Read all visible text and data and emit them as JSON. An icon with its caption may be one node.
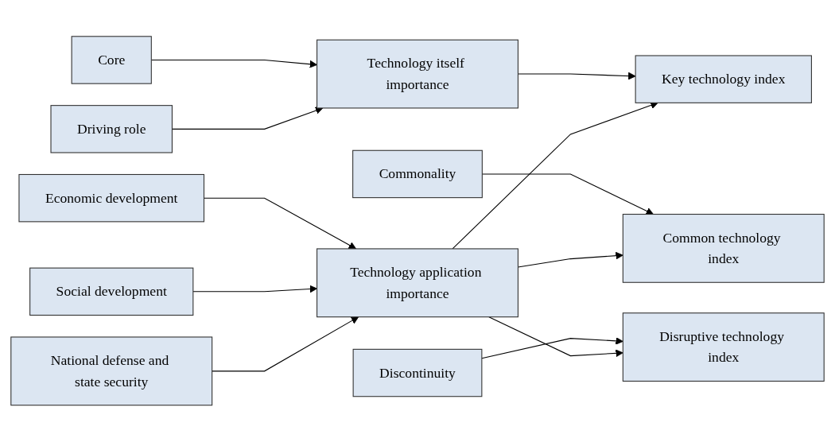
{
  "diagram": {
    "nodes": [
      {
        "text": [
          "Core"
        ]
      },
      {
        "text": [
          "Commonality"
        ]
      },
      {
        "text": [
          "Driving role"
        ]
      },
      {
        "text": [
          "Discontinuity"
        ]
      },
      {
        "text": [
          "Economic development"
        ]
      },
      {
        "text": [
          "Social development"
        ]
      },
      {
        "text": [
          "National defense and state security"
        ]
      },
      {
        "text": [
          "Technology itself importance"
        ]
      },
      {
        "text": [
          "Technology application importance"
        ]
      },
      {
        "text": [
          "Key technology index"
        ]
      },
      {
        "text": [
          "Common technology index"
        ]
      },
      {
        "text": [
          "Disruptive technology index"
        ]
      }
    ],
    "edges": [
      {
        "from": 0,
        "to": 7,
        "arrow": "to"
      },
      {
        "from": 2,
        "to": 7,
        "arrow": "to"
      },
      {
        "from": 7,
        "to": 9,
        "arrow": "to"
      },
      {
        "from": 1,
        "to": 10,
        "arrow": "to"
      },
      {
        "from": 3,
        "to": 11,
        "arrow": "to"
      },
      {
        "from": 4,
        "to": 8,
        "arrow": "to"
      },
      {
        "from": 5,
        "to": 8,
        "arrow": "to"
      },
      {
        "from": 6,
        "to": 8,
        "arrow": "to"
      },
      {
        "from": 8,
        "to": 9,
        "arrow": "to"
      },
      {
        "from": 8,
        "to": 10,
        "arrow": "to"
      },
      {
        "from": 8,
        "to": 11,
        "arrow": "to"
      }
    ]
  }
}
